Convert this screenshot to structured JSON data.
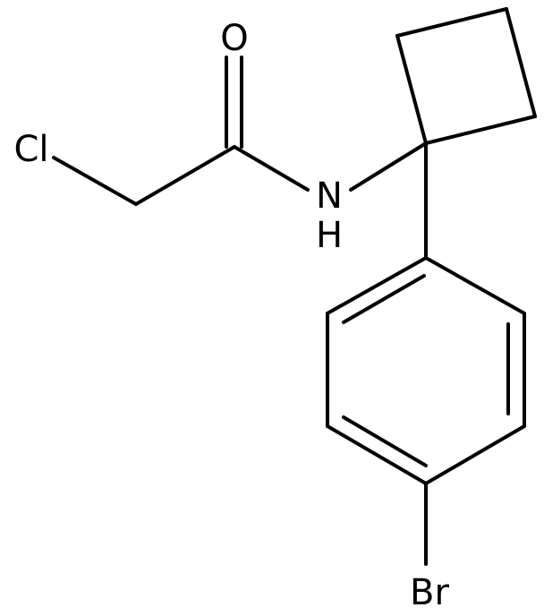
{
  "molecule": {
    "atoms": {
      "chlorine": "Cl",
      "oxygen": "O",
      "nitrogen": "N",
      "amide_hydrogen": "H",
      "bromine": "Br"
    }
  },
  "colors": {
    "bond": "#000000",
    "label": "#000000",
    "background": "#ffffff"
  }
}
